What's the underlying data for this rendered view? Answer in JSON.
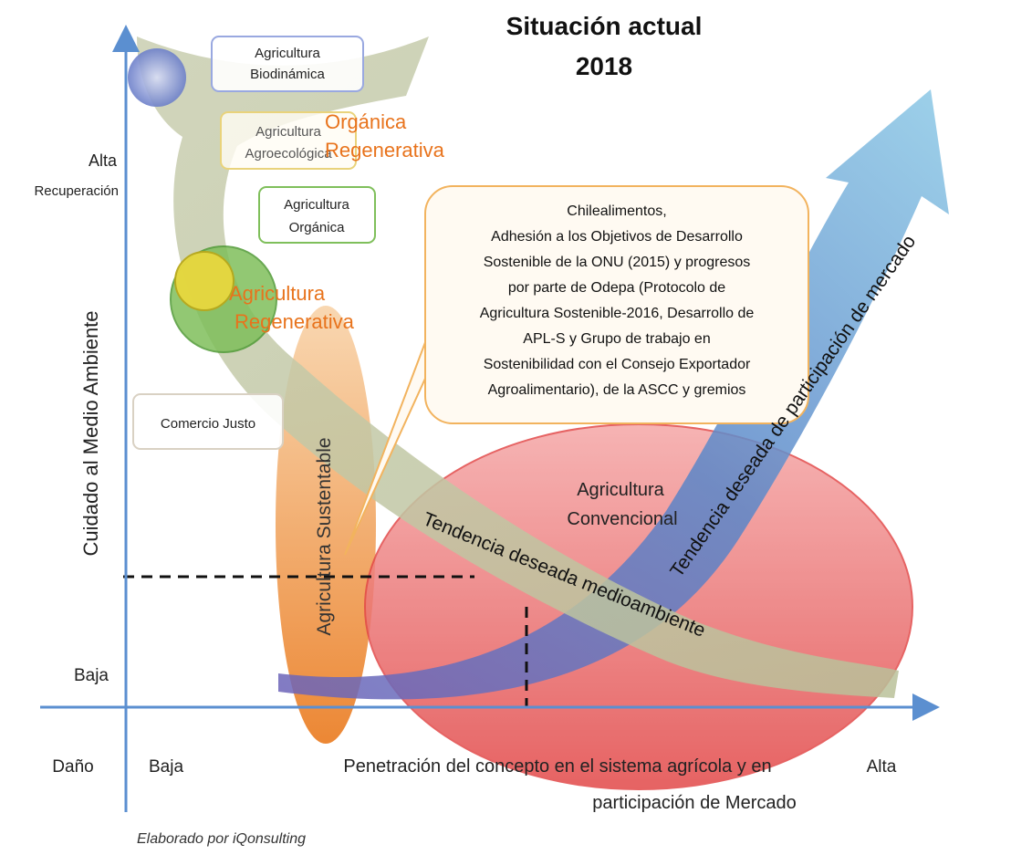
{
  "title": {
    "line1": "Situación actual",
    "line2": "2018"
  },
  "y_axis": {
    "label": "Cuidado al Medio Ambiente",
    "high": "Alta",
    "high_sub": "Recuperación",
    "low": "Baja",
    "negative": "Daño"
  },
  "x_axis": {
    "low": "Baja",
    "high": "Alta",
    "label_line1": "Penetración del concepto en el sistema agrícola y en",
    "label_line2": "participación de Mercado"
  },
  "boxes": {
    "biodinamica": [
      "Agricultura",
      "Biodinámica"
    ],
    "agroecologica": [
      "Agricultura",
      "Agroecológica"
    ],
    "organica": [
      "Agricultura",
      "Orgánica"
    ],
    "comercio": "Comercio Justo"
  },
  "overlays": {
    "organica_regenerativa": [
      "Orgánica",
      "Regenerativa"
    ],
    "agricultura_regenerativa": [
      "Agricultura",
      "Regenerativa"
    ]
  },
  "callout": [
    "Chilealimentos,",
    "Adhesión a los Objetivos de Desarrollo",
    "Sostenible de la ONU (2015) y progresos",
    "por parte de Odepa (Protocolo de",
    "Agricultura Sostenible-2016, Desarrollo de",
    "APL-S y Grupo de trabajo en",
    "Sostenibilidad con el Consejo Exportador",
    "Agroalimentario), de la ASCC y gremios"
  ],
  "ellipses": {
    "sustentable": "Agricultura Sustentable",
    "convencional": [
      "Agricultura",
      "Convencional"
    ]
  },
  "arrows": {
    "medioambiente": "Tendencia deseada medioambiente",
    "mercado": "Tendencia deseada de participación de mercado"
  },
  "credit": "Elaborado por iQonsulting",
  "colors": {
    "axis": "#5b8fd0",
    "orange_text": "#e8731c",
    "market_arrow": "#7fb7dc",
    "env_arrow": "#c8cda6",
    "red_ellipse": "#e85555",
    "orange_ellipse": "#ee8a2e",
    "callout_border": "#f2b35e"
  }
}
